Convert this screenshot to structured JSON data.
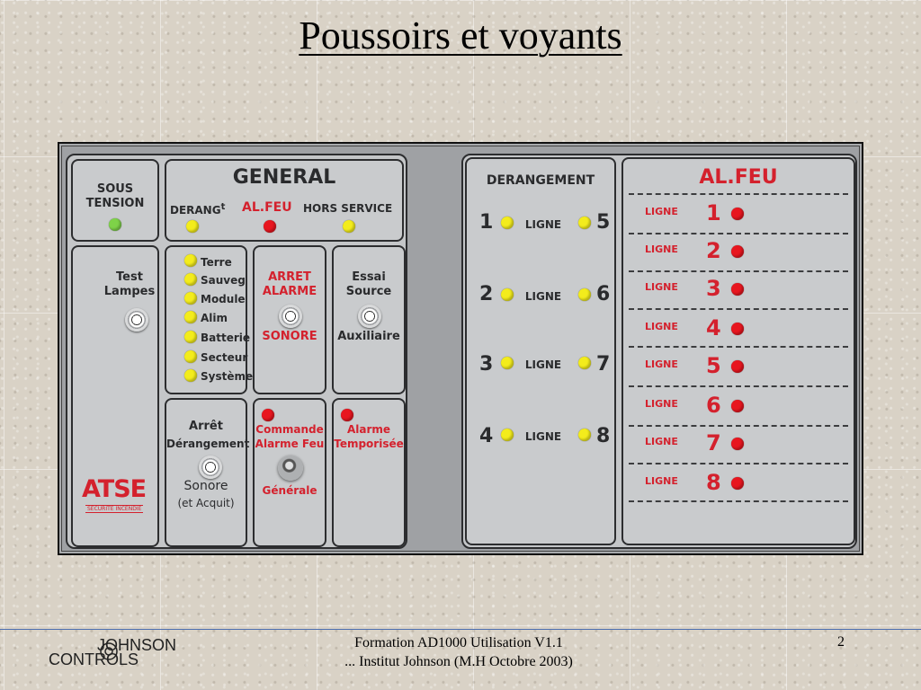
{
  "slide": {
    "title": "Poussoirs et voyants",
    "footer_line1": "Formation AD1000 Utilisation V1.1",
    "footer_line2": "... Institut Johnson   (M.H Octobre 2003)",
    "page_number": "2",
    "logo_top": "JOHNSON",
    "logo_bottom": "CONTROLS"
  },
  "panel": {
    "sous_tension": {
      "label_1": "SOUS",
      "label_2": "TENSION",
      "led_color": "green"
    },
    "general": {
      "title": "GENERAL",
      "derang_label": "DERANG",
      "derang_sup": "t",
      "al_feu_label": "AL.FEU",
      "hors_service_label": "HORS SERVICE"
    },
    "test_lampes": {
      "label_1": "Test",
      "label_2": "Lampes"
    },
    "brand": {
      "name": "ATSE",
      "tagline": "SECURITE INCENDIE"
    },
    "status_list": {
      "items": [
        "Terre",
        "Sauveg",
        "Module",
        "Alim",
        "Batterie",
        "Secteur",
        "Système"
      ]
    },
    "arret_alarme": {
      "label_1": "ARRET",
      "label_2": "ALARME",
      "label_3": "SONORE"
    },
    "essai_source": {
      "label_1": "Essai",
      "label_2": "Source",
      "label_3": "Auxiliaire"
    },
    "arret_derangement": {
      "label_1": "Arrêt",
      "label_2": "Dérangement",
      "label_3": "Sonore",
      "label_4": "(et Acquit)"
    },
    "commande_alarme": {
      "label_1": "Commande",
      "label_2": "Alarme Feu",
      "label_3": "Générale"
    },
    "alarme_temporisee": {
      "label_1": "Alarme",
      "label_2": "Temporisée"
    },
    "derangement": {
      "title": "DERANGEMENT",
      "ligne_label": "LIGNE",
      "rows": [
        {
          "left": "1",
          "right": "5"
        },
        {
          "left": "2",
          "right": "6"
        },
        {
          "left": "3",
          "right": "7"
        },
        {
          "left": "4",
          "right": "8"
        }
      ]
    },
    "al_feu": {
      "title": "AL.FEU",
      "ligne_label": "LIGNE",
      "rows": [
        "1",
        "2",
        "3",
        "4",
        "5",
        "6",
        "7",
        "8"
      ]
    },
    "colors": {
      "led_yellow": "#f3ec1c",
      "led_red": "#e8161f",
      "led_green": "#7ed348",
      "label_red": "#d4212d",
      "panel_grey": "#c4c6c8"
    }
  }
}
